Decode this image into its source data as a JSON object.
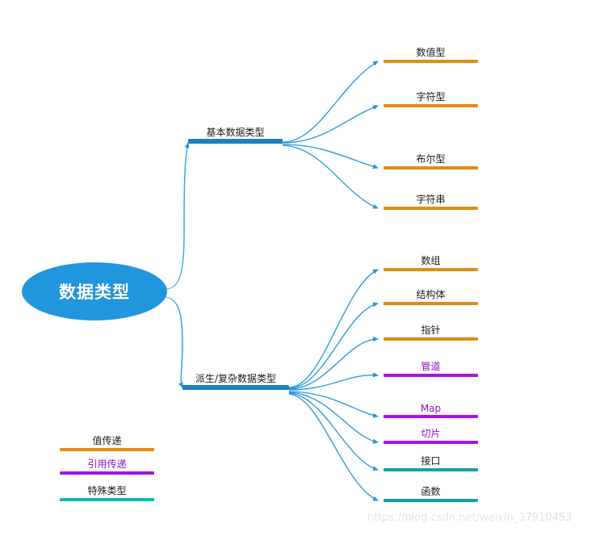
{
  "diagram": {
    "title": "数据类型",
    "root": {
      "label": "数据类型",
      "color": "#2196dd",
      "text_color": "#ffffff"
    },
    "branches": [
      {
        "id": "basic",
        "label": "基本数据类型",
        "bar_color": "#1b7fc4",
        "text_color": "#1a1a1a"
      },
      {
        "id": "complex",
        "label": "派生/复杂数据类型",
        "bar_color": "#1b7fc4",
        "text_color": "#1a1a1a"
      }
    ],
    "basic_leaves": [
      {
        "label": "数值型",
        "bar_color": "#e08c14",
        "text_color": "#1a1a1a"
      },
      {
        "label": "字符型",
        "bar_color": "#e08c14",
        "text_color": "#1a1a1a"
      },
      {
        "label": "布尔型",
        "bar_color": "#e08c14",
        "text_color": "#1a1a1a"
      },
      {
        "label": "字符串",
        "bar_color": "#e08c14",
        "text_color": "#1a1a1a"
      }
    ],
    "complex_leaves": [
      {
        "label": "数组",
        "bar_color": "#e08c14",
        "text_color": "#1a1a1a"
      },
      {
        "label": "结构体",
        "bar_color": "#e08c14",
        "text_color": "#1a1a1a"
      },
      {
        "label": "指针",
        "bar_color": "#e08c14",
        "text_color": "#1a1a1a"
      },
      {
        "label": "管道",
        "bar_color": "#a613e8",
        "text_color": "#8a12cf"
      },
      {
        "label": "Map",
        "bar_color": "#a613e8",
        "text_color": "#8a12cf"
      },
      {
        "label": "切片",
        "bar_color": "#a613e8",
        "text_color": "#8a12cf"
      },
      {
        "label": "接口",
        "bar_color": "#11a3a3",
        "text_color": "#1a1a1a"
      },
      {
        "label": "函数",
        "bar_color": "#11a3a3",
        "text_color": "#1a1a1a"
      }
    ],
    "legend": [
      {
        "label": "值传递",
        "bar_color": "#e08c14",
        "text_color": "#1a1a1a"
      },
      {
        "label": "引用传递",
        "bar_color": "#a613e8",
        "text_color": "#8a12cf"
      },
      {
        "label": "特殊类型",
        "bar_color": "#00bcbc",
        "text_color": "#1a1a1a"
      }
    ],
    "connector_color": "#2196dd",
    "watermark": "https://blog.csdn.net/weixin_37910453"
  }
}
